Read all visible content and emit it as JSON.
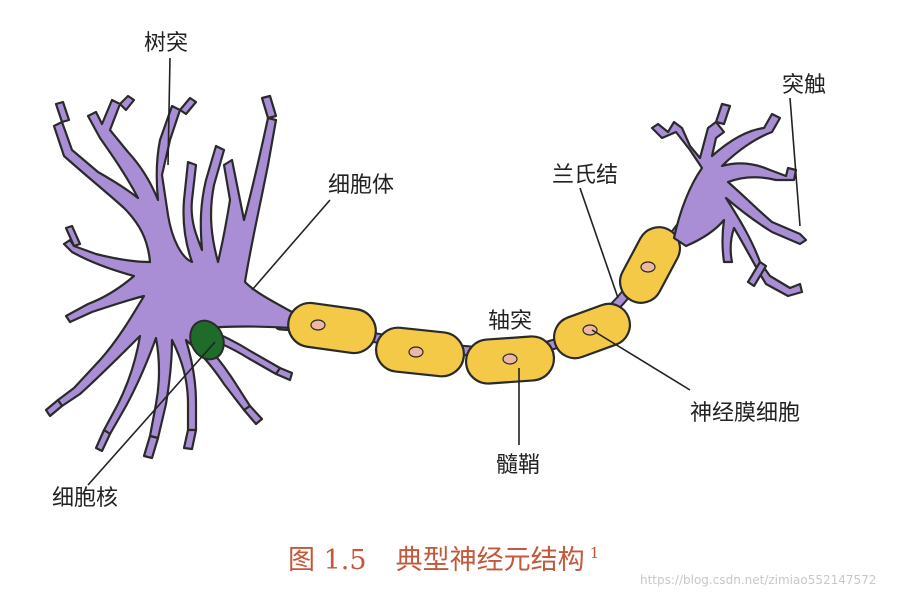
{
  "labels": {
    "dendrite": "树突",
    "cell_body": "细胞体",
    "nucleus": "细胞核",
    "axon": "轴突",
    "myelin_sheath": "髓鞘",
    "node_of_ranvier": "兰氏结",
    "schwann_cell": "神经膜细胞",
    "synapse": "突触"
  },
  "caption": {
    "figure_number": "图 1.5",
    "title": "典型神经元结构",
    "footnote_mark": "1"
  },
  "watermark": "https://blog.csdn.net/zimiao552147572",
  "colors": {
    "neuron": "#a98ed6",
    "myelin": "#f3c947",
    "nucleus": "#1f6b2a",
    "schwann_nucleus": "#efb6a2",
    "caption": "#c4583a"
  }
}
